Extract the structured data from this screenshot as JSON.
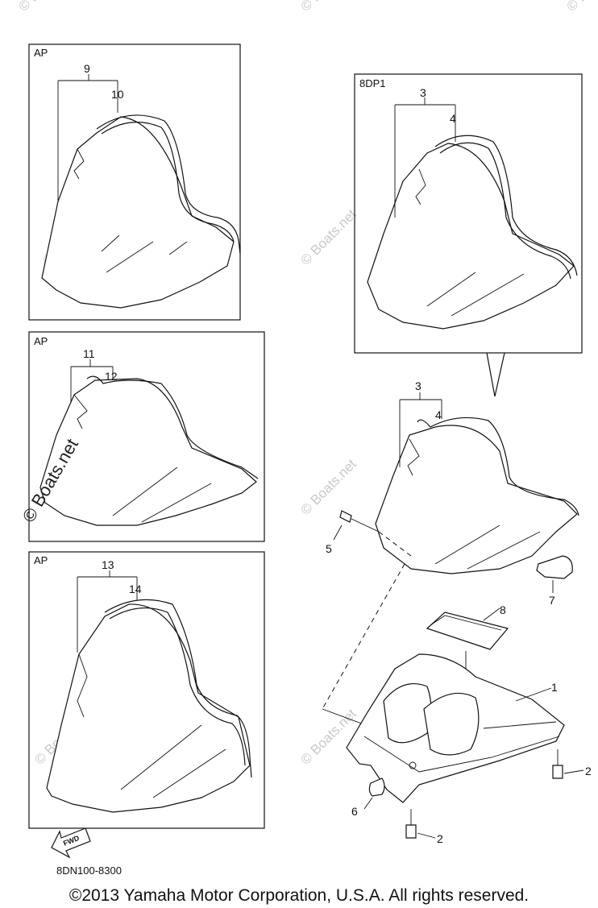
{
  "boxes": {
    "box1_label": "AP",
    "box2_label": "AP",
    "box3_label": "AP",
    "box4_label": "8DP1"
  },
  "callouts": {
    "c1": "1",
    "c2a": "2",
    "c2b": "2",
    "c3a": "3",
    "c3b": "3",
    "c4a": "4",
    "c4b": "4",
    "c5": "5",
    "c6": "6",
    "c7": "7",
    "c8": "8",
    "c9": "9",
    "c10": "10",
    "c11": "11",
    "c12": "12",
    "c13": "13",
    "c14": "14"
  },
  "watermark": "© Boats.net",
  "fwd_label": "FWD",
  "part_code": "8DN100-8300",
  "copyright": "©2013 Yamaha Motor Corporation, U.S.A. All rights reserved."
}
